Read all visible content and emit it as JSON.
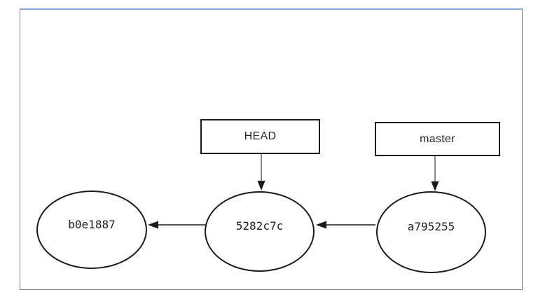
{
  "frame": {
    "border_color": "#7f7f7f",
    "top_accent_color": "#8eaadb",
    "background": "#ffffff"
  },
  "diagram": {
    "type": "git-commit-graph",
    "node_stroke_color": "#1a1a1a",
    "arrow_color": "#1a1a1a",
    "branch_labels": [
      {
        "id": "head",
        "label": "HEAD",
        "points_to": "5282c7c"
      },
      {
        "id": "master",
        "label": "master",
        "points_to": "a795255"
      }
    ],
    "commits": [
      {
        "id": "b0e1887",
        "label": "b0e1887"
      },
      {
        "id": "5282c7c",
        "label": "5282c7c"
      },
      {
        "id": "a795255",
        "label": "a795255"
      }
    ],
    "edges": [
      {
        "from": "5282c7c",
        "to": "b0e1887",
        "direction": "left"
      },
      {
        "from": "a795255",
        "to": "5282c7c",
        "direction": "left"
      },
      {
        "from": "HEAD",
        "to": "5282c7c",
        "direction": "down"
      },
      {
        "from": "master",
        "to": "a795255",
        "direction": "down"
      }
    ]
  }
}
